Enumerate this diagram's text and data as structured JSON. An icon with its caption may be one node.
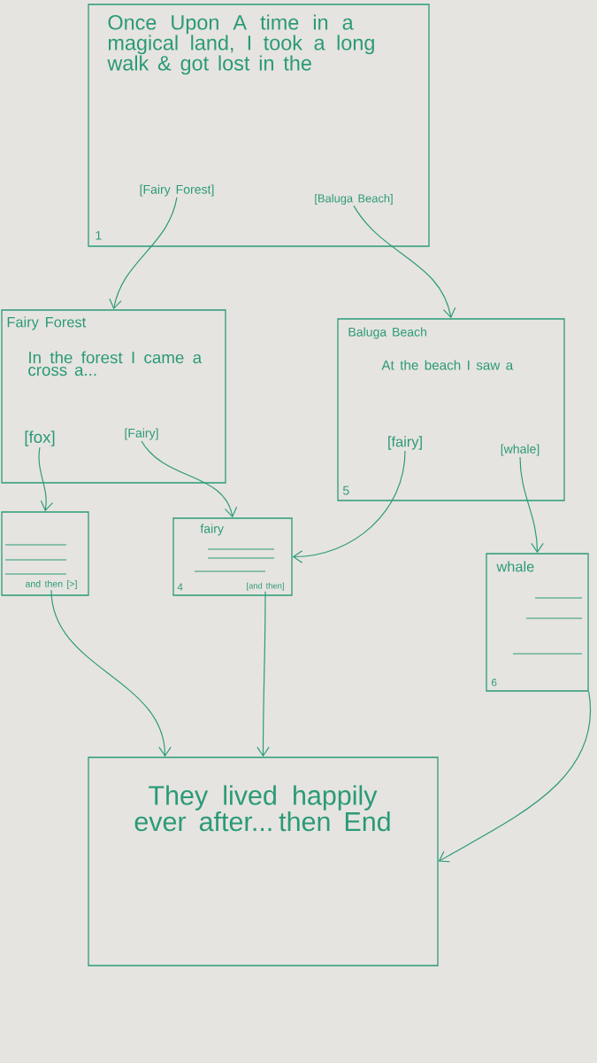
{
  "diagram": {
    "nodes": [
      {
        "text": [
          "Once Upon A time in a magical land, I took a long walk & got lost in the",
          "1"
        ]
      },
      {
        "text": [
          "[Fairy Forest]"
        ],
        "in": 0
      },
      {
        "text": [
          "[Baluga Beach]"
        ],
        "in": 0
      },
      {
        "text": [
          "Fairy Forest",
          "In the forest I came a cross a..."
        ]
      },
      {
        "text": [
          "[fox]"
        ],
        "in": 3
      },
      {
        "text": [
          "[Fairy]"
        ],
        "in": 3
      },
      {
        "text": [
          "Baluga Beach",
          "At the beach I saw a",
          "5"
        ]
      },
      {
        "text": [
          "[fairy]"
        ],
        "in": 6
      },
      {
        "text": [
          "[whale]"
        ],
        "in": 6
      },
      {
        "text": [],
        "shape": "box"
      },
      {
        "text": [
          "and then [>]"
        ],
        "in": 9
      },
      {
        "text": [
          "fairy",
          "4"
        ]
      },
      {
        "text": [
          "[and then]"
        ],
        "in": 11
      },
      {
        "text": [
          "whale",
          "6"
        ]
      },
      {
        "text": [
          "They lived happily ever after... then End"
        ]
      }
    ],
    "edges": [
      {
        "from": 1,
        "to": 3,
        "arrow": "to"
      },
      {
        "from": 2,
        "to": 6,
        "arrow": "to"
      },
      {
        "from": 4,
        "to": 9,
        "arrow": "to"
      },
      {
        "from": 5,
        "to": 11,
        "arrow": "to"
      },
      {
        "from": 7,
        "to": 11,
        "arrow": "to"
      },
      {
        "from": 8,
        "to": 13,
        "arrow": "to"
      },
      {
        "from": 10,
        "to": 14,
        "arrow": "to"
      },
      {
        "from": 12,
        "to": 14,
        "arrow": "to"
      },
      {
        "from": 13,
        "to": 14,
        "arrow": "to"
      }
    ]
  }
}
